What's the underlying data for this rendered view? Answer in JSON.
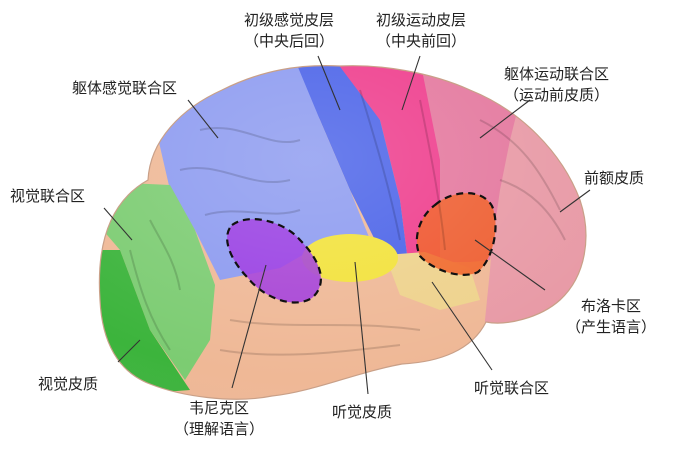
{
  "labels": {
    "primary_somatosensory": {
      "line1": "初级感觉皮层",
      "line2": "（中央后回）"
    },
    "primary_motor": {
      "line1": "初级运动皮层",
      "line2": "（中央前回）"
    },
    "somatosensory_association": {
      "line1": "躯体感觉联合区"
    },
    "somatomotor_association": {
      "line1": "躯体运动联合区",
      "line2": "（运动前皮质）"
    },
    "visual_association": {
      "line1": "视觉联合区"
    },
    "prefrontal": {
      "line1": "前额皮质"
    },
    "broca": {
      "line1": "布洛卡区",
      "line2": "（产生语言）"
    },
    "visual_cortex": {
      "line1": "视觉皮质"
    },
    "wernicke": {
      "line1": "韦尼克区",
      "line2": "（理解语言）"
    },
    "auditory_cortex": {
      "line1": "听觉皮质"
    },
    "auditory_association": {
      "line1": "听觉联合区"
    }
  },
  "colors": {
    "visual_cortex": "#3cb43c",
    "visual_association": "#7ccc72",
    "somatosensory_association": "#8c9af0",
    "primary_somatosensory": "#4a62e8",
    "primary_motor": "#ee3c8c",
    "somatomotor_association": "#e4789e",
    "prefrontal": "#e89aa6",
    "temporal": "#efb896",
    "wernicke": "#9b30e0",
    "auditory_cortex": "#f2e23a",
    "auditory_association": "#eed28c",
    "broca": "#f05a1e"
  }
}
